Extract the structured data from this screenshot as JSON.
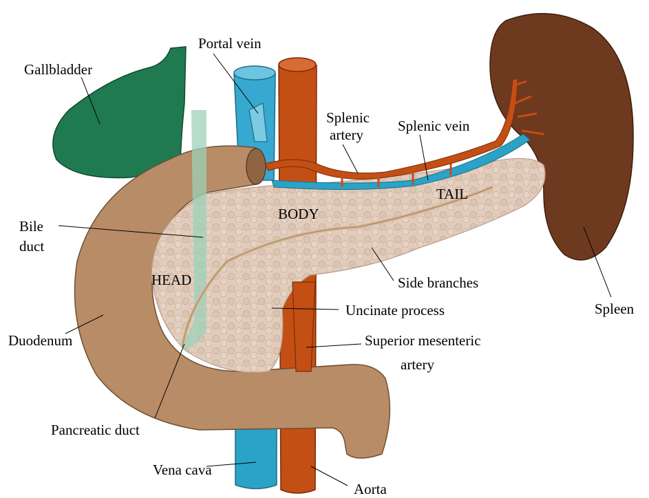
{
  "diagram": {
    "labels": {
      "portal_vein": "Portal vein",
      "gallbladder": "Gallbladder",
      "splenic_artery_1": "Splenic",
      "splenic_artery_2": "artery",
      "splenic_vein": "Splenic vein",
      "tail": "TAIL",
      "body": "BODY",
      "bile_duct_1": "Bile",
      "bile_duct_2": "duct",
      "head": "HEAD",
      "side_branches": "Side branches",
      "uncinate_process": "Uncinate process",
      "spleen": "Spleen",
      "duodenum": "Duodenum",
      "sma_1": "Superior mesenteric",
      "sma_2": "artery",
      "pancreatic_duct": "Pancreatic duct",
      "vena_cava": "Vena cava",
      "aorta": "Aorta"
    },
    "colors": {
      "gallbladder": "#1f7a4f",
      "vena_cava": "#2aa3c7",
      "portal_vein": "#37a8cf",
      "aorta": "#c44f14",
      "duodenum": "#b88c66",
      "pancreas": "#e3cfc0",
      "pancreas_lobule": "#ccb2a0",
      "spleen": "#6e3a1f",
      "bile_duct": "#9ed2b8",
      "pancreatic_duct": "#d7b896"
    }
  }
}
